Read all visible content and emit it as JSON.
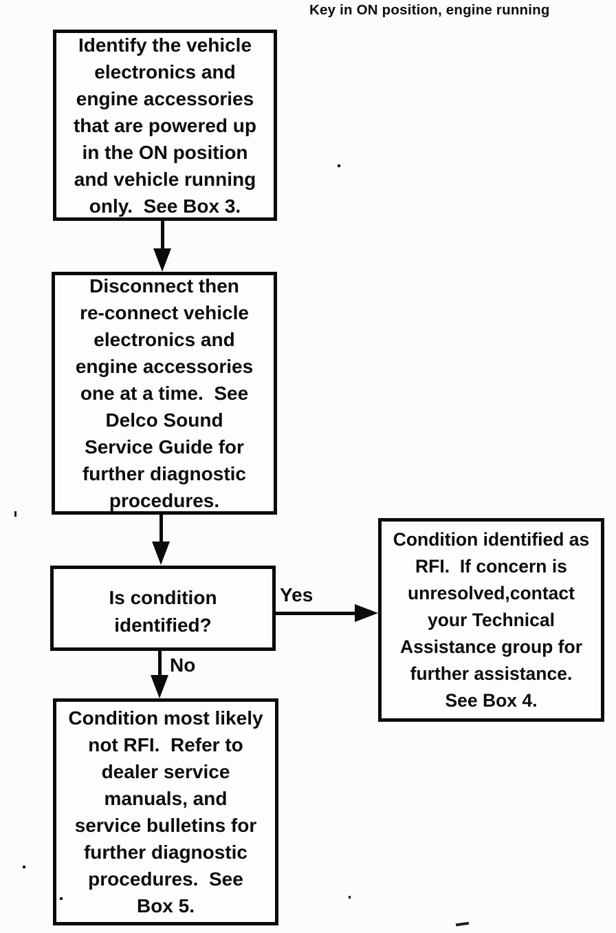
{
  "page": {
    "background": "#fcfcfc",
    "ink": "#0d0d0d"
  },
  "flowchart": {
    "condition_label": "Key in ON position, engine running",
    "boxes": {
      "identify": {
        "text": "Identify the vehicle\nelectronics and\nengine accessories\nthat are powered up\nin the ON position\nand vehicle running\nonly.  See Box 3."
      },
      "disconnect": {
        "text": "Disconnect then\nre-connect vehicle\nelectronics and\nengine accessories\none at a time.  See\nDelco Sound\nService Guide for\nfurther diagnostic\nprocedures."
      },
      "decision": {
        "text": "Is condition\nidentified?"
      },
      "rfi_yes": {
        "text": "Condition identified as\nRFI.  If concern is\nunresolved,contact\nyour Technical\nAssistance group for\nfurther assistance.\nSee Box 4."
      },
      "rfi_no": {
        "text": "Condition most likely\nnot RFI.  Refer to\ndealer service\nmanuals, and\nservice bulletins for\nfurther diagnostic\nprocedures.  See\nBox 5."
      }
    },
    "edge_labels": {
      "yes": "Yes",
      "no": "No"
    }
  }
}
